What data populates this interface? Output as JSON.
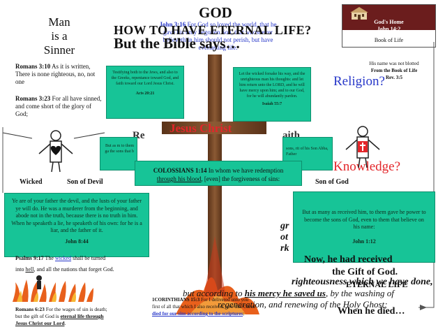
{
  "colors": {
    "green_box": "#17c497",
    "blue_text": "#2838c9",
    "red_text": "#e3262a",
    "maroon": "#6b1d1d",
    "wood": "#7a4a2a",
    "flame": "#e8601c"
  },
  "top_left": {
    "line1": "Man",
    "line2": "is a",
    "line3": "Sinner"
  },
  "header": {
    "god": "GOD",
    "how_to": "HOW TO HAVE ETERNAL LIFE?",
    "bible_says": "But the Bible says…"
  },
  "john316": {
    "ref": "John 3:16",
    "text": "For God so loved the world, that he gave his only begotten Son, that whosoever believeth in him should not perish, but have everlasting life."
  },
  "gods_home": {
    "title": "God's Home",
    "ref": "John 14:2",
    "book": "Book of Life"
  },
  "not_blotted": {
    "line1": "His name was not blotted",
    "line2": "From the Book of Life",
    "line3": "Rev. 3:5"
  },
  "religion": "Religion?",
  "knowledge": "Knowledge?",
  "romans310": {
    "ref": "Romans 3:10",
    "text": "As it is written, There is none righteous, no, not one"
  },
  "romans323": {
    "ref": "Romans 3:23",
    "text": "For all have sinned, and come short of the glory of God;"
  },
  "acts2021": {
    "text": "Testifying both to the Jews, and also to the Greeks, repentance toward God, and faith toward our Lord Jesus Christ.",
    "ref": "Acts 20:21"
  },
  "isaiah557": {
    "text": "Let the wicked forsake his way, and the unrighteous man his thoughts: and let him return unto the LORD, and he will have mercy upon him; and to our God, for he will abundantly pardon.",
    "ref": "Isaiah 55:7"
  },
  "jesus_christ": "Jesus Christ",
  "faded": {
    "repent": "Re",
    "faith": "aith",
    "left_box": "But as m to them ga the sons that b",
    "right_box": "sons, rit of his Son Abba, Father"
  },
  "col114": {
    "ref": "COLOSSIANS 1:14",
    "text1": "In whom we have redemption",
    "text2_u": "through his blood",
    "text2_rest": ", [even] the forgiveness of sins:"
  },
  "labels": {
    "wicked": "Wicked",
    "son_devil": "Son of Devil",
    "son_god": "Son of God"
  },
  "john844": {
    "text": "Ye are of your father the devil, and the lusts of your father ye will do. He was a murderer from the beginning, and abode not in the truth, because there is no truth in him. When he speaketh a lie, he speaketh of his own: for he is a liar, and the father of it.",
    "ref": "John 8:44"
  },
  "john112": {
    "text": "But as many as received him, to them gave he power to become the sons of God, even to them that believe on his name:",
    "ref": "John 1:12"
  },
  "psalm917": {
    "ref": "Psalms 9:17",
    "text1": "The",
    "word_u": "wicked",
    "text2": "shall be turned",
    "text3a": "into",
    "hell_u": "hell",
    "text3b": ", and all the nations that forget God."
  },
  "romans623": {
    "ref": "Romans 6:23",
    "text1": "For the wages of sin is death;",
    "text2a": "but the gift of God is",
    "text2u": "eternal life through",
    "text2u2": "Jesus Christ our Lord",
    "text2b": "."
  },
  "cor153": {
    "ref": "1CORINTHIANS 15:3",
    "text1": "For I delivered unto you",
    "text2": "first of all that which I also received, how that Christ",
    "text3": "died for our sins according to the scriptures",
    "text3b": ";"
  },
  "titus35": {
    "frag1": "gr",
    "frag2": "ot",
    "frag3": "rk",
    "now_had": "Now, he had received",
    "gift": "the Gift of God.",
    "eternal": "ETERNAL LIFE",
    "righteous": "righteousness which we have done,",
    "but_according": "but according to",
    "his_mercy": "his mercy he saved us",
    "by_washing": ", by the washing of",
    "regeneration": "regeneration, and renewing of the Holy Ghost;",
    "when_died": "When he died…"
  }
}
